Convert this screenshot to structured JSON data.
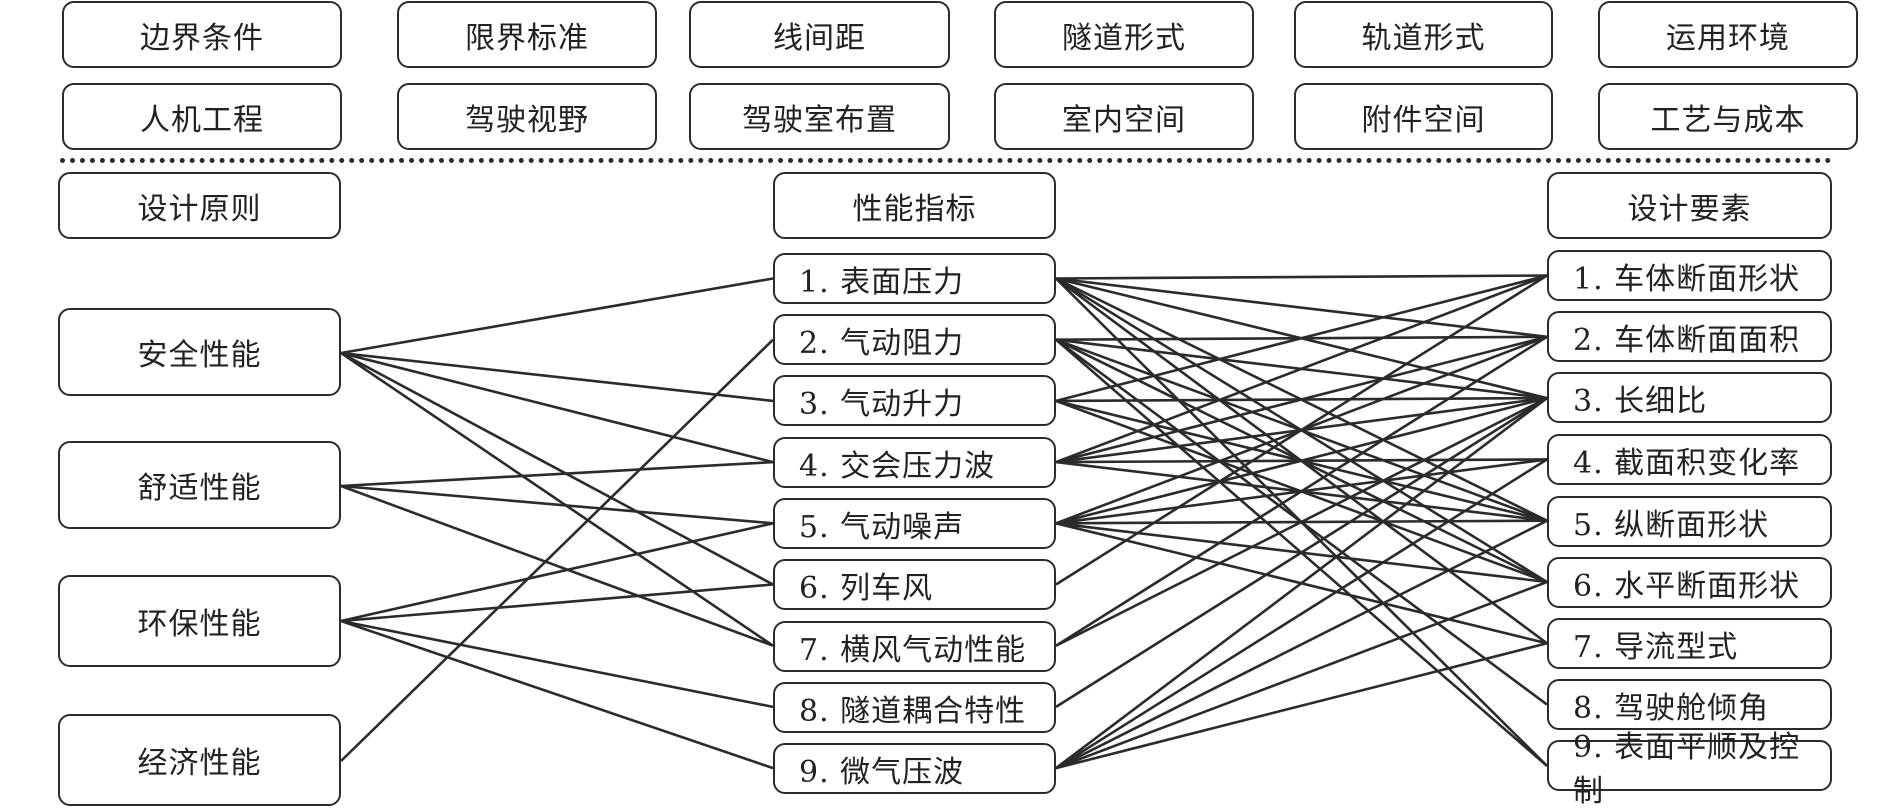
{
  "top_factors": {
    "row1": [
      "边界条件",
      "限界标准",
      "线间距",
      "隧道形式",
      "轨道形式",
      "运用环境"
    ],
    "row2": [
      "人机工程",
      "驾驶视野",
      "驾驶室布置",
      "室内空间",
      "附件空间",
      "工艺与成本"
    ]
  },
  "columns": {
    "principles": {
      "header": "设计原则",
      "items": [
        "安全性能",
        "舒适性能",
        "环保性能",
        "经济性能"
      ]
    },
    "indicators": {
      "header": "性能指标",
      "items": [
        "1. 表面压力",
        "2. 气动阻力",
        "3. 气动升力",
        "4. 交会压力波",
        "5. 气动噪声",
        "6. 列车风",
        "7. 横风气动性能",
        "8. 隧道耦合特性",
        "9. 微气压波"
      ]
    },
    "elements": {
      "header": "设计要素",
      "items": [
        "1. 车体断面形状",
        "2. 车体断面面积",
        "3. 长细比",
        "4. 截面积变化率",
        "5. 纵断面形状",
        "6. 水平断面形状",
        "7. 导流型式",
        "8. 驾驶舱倾角",
        "9. 表面平顺及控制"
      ]
    }
  },
  "links": {
    "principle_to_indicator": [
      [
        1,
        3,
        4,
        6,
        7
      ],
      [
        4,
        5,
        7
      ],
      [
        5,
        6,
        8,
        9
      ],
      [
        2
      ]
    ],
    "indicator_to_element": [
      [
        1,
        2,
        3,
        5,
        6,
        7,
        9
      ],
      [
        2,
        3,
        5,
        6,
        8,
        9
      ],
      [
        1,
        3,
        5,
        6
      ],
      [
        1,
        2,
        3,
        4,
        5
      ],
      [
        2,
        3,
        4,
        5,
        6,
        7
      ],
      [
        1
      ],
      [
        2,
        3
      ],
      [
        3
      ],
      [
        3,
        4,
        5,
        6,
        7
      ]
    ]
  },
  "colors": {
    "stroke": "#2b2b2b",
    "background": "#ffffff"
  }
}
